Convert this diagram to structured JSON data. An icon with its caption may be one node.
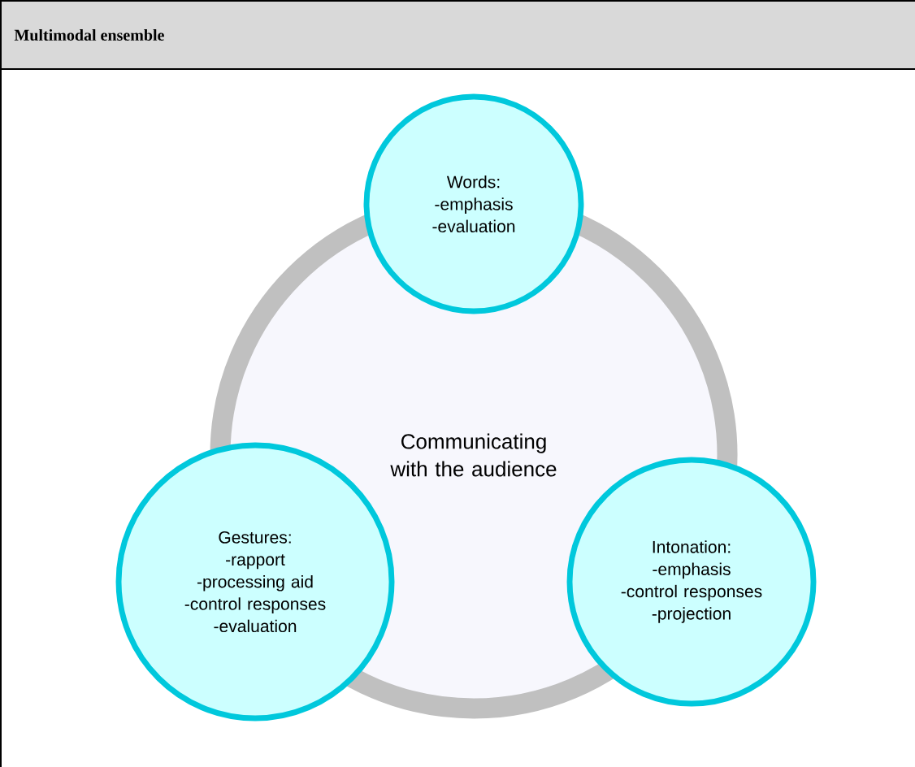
{
  "diagram": {
    "title": "Multimodal ensemble",
    "nodes": [
      {
        "text": [
          "Communicating with the audience"
        ]
      },
      {
        "text": [
          "Words:",
          "-emphasis",
          "-evaluation"
        ]
      },
      {
        "text": [
          "Gestures:",
          "-rapport",
          "-processing aid",
          "-control responses",
          "-evaluation"
        ]
      },
      {
        "text": [
          "Intonation:",
          "-emphasis",
          "-control responses",
          "-projection"
        ]
      }
    ]
  }
}
